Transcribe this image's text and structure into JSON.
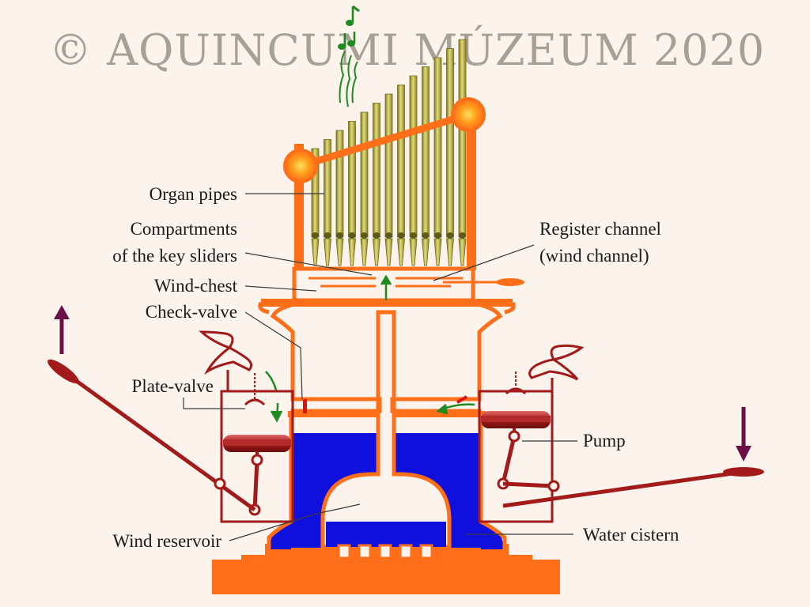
{
  "watermark": "© AQUINCUMI MÚZEUM 2020",
  "labels": {
    "organ_pipes": "Organ pipes",
    "compartments_line1": "Compartments",
    "compartments_line2": "of the key sliders",
    "wind_chest": "Wind-chest",
    "check_valve": "Check-valve",
    "plate_valve": "Plate-valve",
    "register_line1": "Register channel",
    "register_line2": "(wind channel)",
    "pump": "Pump",
    "wind_reservoir": "Wind reservoir",
    "water_cistern": "Water cistern"
  },
  "colors": {
    "background": "#fbf3ec",
    "frame": "#ff6f19",
    "water": "#1010dd",
    "pipes": "#b4ac3a",
    "pump_mechanism": "#a31a1a",
    "motion_arrows": "#6b0f46",
    "air_flow": "#1f8a1f",
    "music_notes": "#1f8a1f"
  }
}
